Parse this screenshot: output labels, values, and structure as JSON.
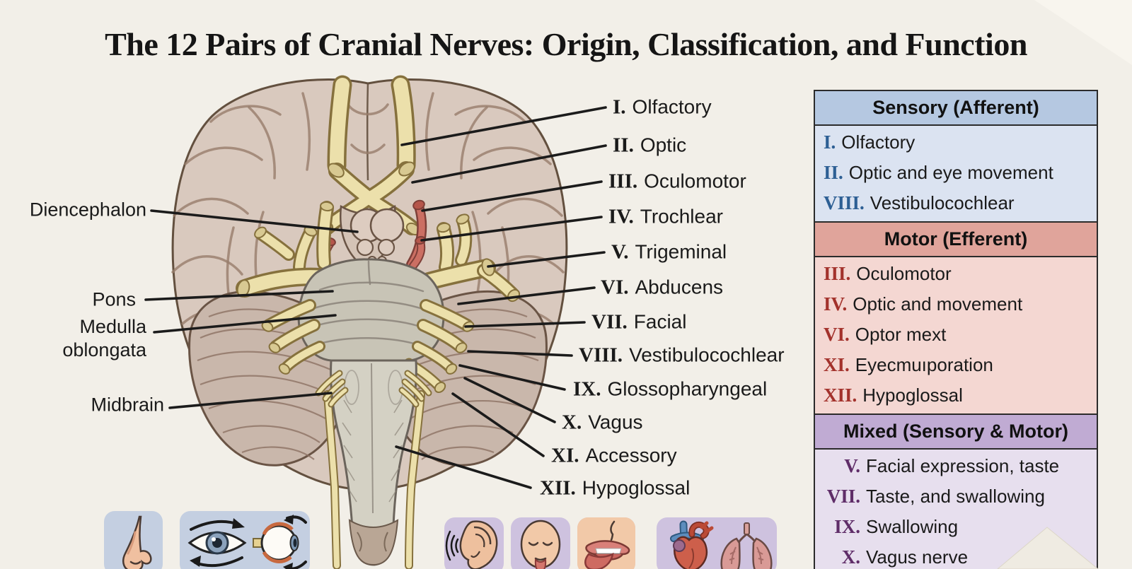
{
  "title": "The 12 Pairs of Cranial Nerves: Origin, Classification, and Function",
  "diagram": {
    "nerve_labels": [
      {
        "num": "I.",
        "name": "Olfactory"
      },
      {
        "num": "II.",
        "name": "Optic"
      },
      {
        "num": "III.",
        "name": "Oculomotor"
      },
      {
        "num": "IV.",
        "name": "Trochlear"
      },
      {
        "num": "V.",
        "name": "Trigeminal"
      },
      {
        "num": "VI.",
        "name": "Abducens"
      },
      {
        "num": "VII.",
        "name": "Facial"
      },
      {
        "num": "VIII.",
        "name": "Vestibulocochlear"
      },
      {
        "num": "IX.",
        "name": "Glossopharyngeal"
      },
      {
        "num": "X.",
        "name": "Vagus"
      },
      {
        "num": "XI.",
        "name": "Accessory"
      },
      {
        "num": "XII.",
        "name": "Hypoglossal"
      }
    ],
    "region_labels": [
      {
        "text": "Diencephalon"
      },
      {
        "text": "Pons"
      },
      {
        "text": "Medulla\noblongata"
      },
      {
        "text": "Midbrain"
      }
    ]
  },
  "table": {
    "sections": [
      {
        "title": "Sensory (Afferent)",
        "rows": [
          {
            "num": "I.",
            "text": "Olfactory"
          },
          {
            "num": "II.",
            "text": "Optic and eye movement"
          },
          {
            "num": "VIII.",
            "text": "Vestibulocochlear"
          }
        ]
      },
      {
        "title": "Motor (Efferent)",
        "rows": [
          {
            "num": "III.",
            "text": "Oculomotor"
          },
          {
            "num": "IV.",
            "text": "Optic and movement"
          },
          {
            "num": "VI.",
            "text": "Optor mext"
          },
          {
            "num": "XI.",
            "text": "Eyecmuıporation"
          },
          {
            "num": "XII.",
            "text": "Hypoglossal"
          }
        ]
      },
      {
        "title": "Mixed (Sensory & Motor)",
        "rows": [
          {
            "num": "V.",
            "text": "Facial expression, taste"
          },
          {
            "num": "VII.",
            "text": "Taste, and swallowing"
          },
          {
            "num": "IX.",
            "text": "Swallowing"
          },
          {
            "num": "X.",
            "text": "Vagus nerve"
          }
        ]
      }
    ]
  },
  "icons": [
    "nose-icon",
    "eye-movement-icon",
    "ear-hearing-icon",
    "face-tongue-icon",
    "mouth-tongue-icon",
    "heart-icon",
    "lungs-icon"
  ],
  "colors": {
    "background": "#f2efe8",
    "table_border": "#2b2b2b",
    "sensory_header_bg": "#b5c8e1",
    "sensory_body_bg": "#dbe3f1",
    "sensory_numeral": "#2d5f94",
    "motor_header_bg": "#e0a49b",
    "motor_body_bg": "#f4d7d2",
    "motor_numeral": "#a3322c",
    "mixed_header_bg": "#c0abd3",
    "mixed_body_bg": "#e7dfee",
    "mixed_numeral": "#5f2d68",
    "leader_line": "#1b1b1b",
    "blue_tile": "#c4cfe1",
    "purple_tile": "#cec2df",
    "cerebrum": "#d9c9be",
    "cerebellum": "#c9b7ab",
    "brainstem": "#c8c4b6",
    "nerve_yellow": "#ece0ab",
    "artery_red": "#cb6f63"
  }
}
